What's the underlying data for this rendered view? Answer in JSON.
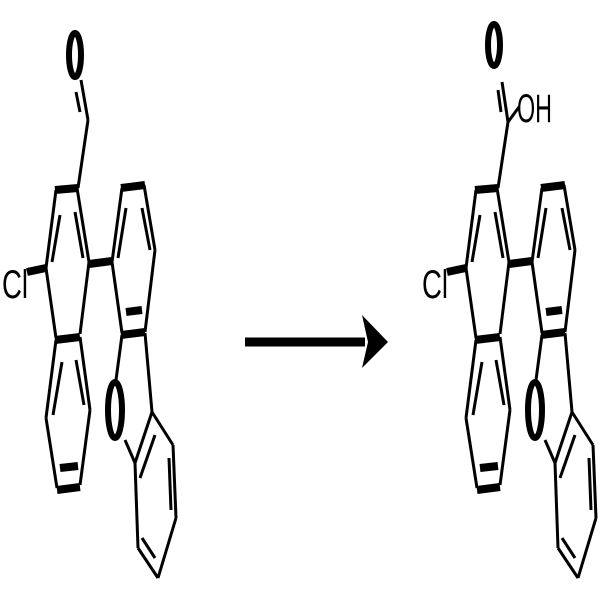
{
  "figure": {
    "type": "chemical-reaction-scheme",
    "colors": {
      "ink": "#000000",
      "background": "#ffffff"
    }
  },
  "reactant": {
    "name": "aldehyde",
    "labels": {
      "carbonyl_o": "O",
      "chlorine": "Cl",
      "furan_o": "O"
    }
  },
  "arrow": {
    "direction": "right"
  },
  "product": {
    "name": "carboxylic acid",
    "labels": {
      "carbonyl_o": "O",
      "hydroxyl": "OH",
      "chlorine": "Cl",
      "furan_o": "O"
    }
  }
}
